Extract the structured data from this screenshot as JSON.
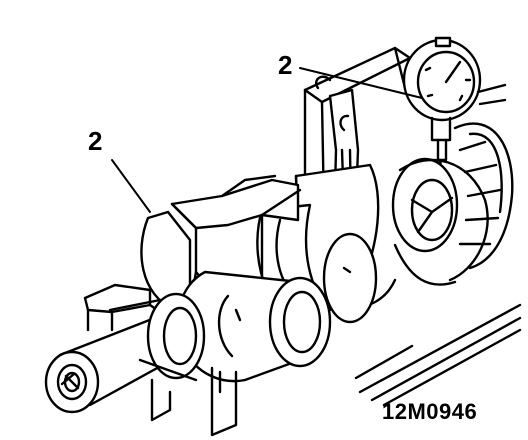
{
  "callouts": [
    {
      "id": "dial-gauge-callout",
      "label": "2"
    },
    {
      "id": "crankshaft-callout",
      "label": "2"
    }
  ],
  "figure_id": "12M0946",
  "colors": {
    "ink": "#000000",
    "paper": "#ffffff",
    "shade": "#e8e8e8"
  },
  "parts": [
    "crankshaft",
    "dial-gauge",
    "gauge-stand",
    "main-journal",
    "crank-pin",
    "counterweight",
    "front-snout"
  ]
}
